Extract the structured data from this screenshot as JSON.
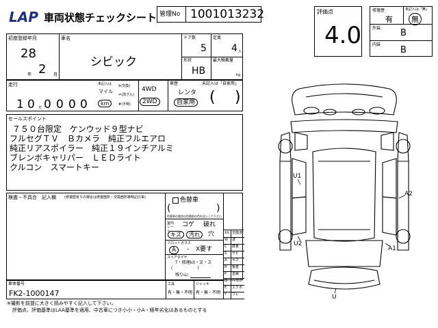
{
  "header": {
    "logo": "LAP",
    "sheet_title": "車両状態チェックシート",
    "control_no_label": "管理No",
    "control_no": "1001013232"
  },
  "grade": {
    "label": "評価点",
    "value": "4.0",
    "repair_label": "修復歴",
    "repair_yes": "有",
    "repair_no": "無",
    "unrecorded_note": "未記入は「無」",
    "exterior_label": "外装",
    "exterior": "B",
    "interior_label": "内装",
    "interior": "B"
  },
  "car": {
    "first_reg_label": "初度登録年月",
    "year": "28",
    "year_unit": "年",
    "month": "2",
    "month_unit": "月",
    "name_label": "車名",
    "name": "シビック",
    "doors_label": "ドア数",
    "doors": "5",
    "capacity_label": "定員",
    "capacity": "4",
    "capacity_unit": "人",
    "shape_label": "形状",
    "shape": "HB",
    "max_load_label": "最大積載量",
    "max_load_unit": "kg"
  },
  "mileage": {
    "label": "走行",
    "value": "10,0000",
    "digits": [
      "1",
      "0",
      "0",
      "0",
      "0",
      "0"
    ],
    "man_unit": "万",
    "unrecorded": "未記入は",
    "unit_mile": "マイル",
    "unit_km": "km",
    "meter_exchange": "$(交換)",
    "meter_tamper": "≠(改ざん)",
    "meter_unknown": "#(不明)",
    "drive_4wd": "4WD",
    "drive_2wd": "2WD",
    "usage_label": "車歴",
    "usage_unrecorded": "未記入は「自家用」",
    "usage_rental": "レンタ",
    "usage_private": "自家用"
  },
  "sales_points": {
    "label": "セールスポイント",
    "lines": [
      "７５０台限定　ケンウッド９型ナビ",
      "フルセグＴＶ　Ｂカメラ　純正フルエアロ",
      "純正リアスポイラー　純正１９インチアルミ",
      "ブレンボキャリパー　ＬＥＤライト",
      "クルコン　スマートキー"
    ]
  },
  "inspection": {
    "label": "検査・不具合　記入欄",
    "note": "(修復歴有りの場合は修復箇所・交換箇所等明記の事)",
    "color_change": "色替車",
    "color_note": "色替車の場合は色替前の色を記入して下さい",
    "interior_sheet": "室内シート",
    "cond_koge": "コゲ",
    "cond_yabure": "破れ",
    "cond_kizu": "キズ",
    "cond_yogore": "汚れ",
    "cond_ana": "穴",
    "front_glass_label": "フロントガラス",
    "glass_a": "A",
    "glass_dash": "-",
    "glass_x": "X要す",
    "spare_tire_label": "スペアタイヤ",
    "spare_options": "T・修理kit・文・ス",
    "spare_paren": "(　　　　　　)",
    "tread_label": "残り山:",
    "tools_label": "工具",
    "tools_options": "有・無・不明",
    "jack_label": "ジャッキ",
    "jack_options": "有・無・不明"
  },
  "legend": [
    {
      "code": "XX",
      "desc": "交換済"
    },
    {
      "code": "W",
      "desc": "波"
    },
    {
      "code": "C",
      "desc": "腐食"
    },
    {
      "code": "S",
      "desc": "サビ"
    },
    {
      "code": "A",
      "desc": "キズ"
    },
    {
      "code": "R",
      "desc": "板金"
    },
    {
      "code": "P",
      "desc": "塗装"
    },
    {
      "code": "Q",
      "desc": "ヘコミ"
    },
    {
      "code": "E",
      "desc": "エクボ"
    },
    {
      "code": "Y",
      "desc": "ワレ"
    }
  ],
  "diagram_marks": {
    "u1": "U1",
    "a2": "A2",
    "u2": "U2",
    "a1": "A1",
    "u": "U"
  },
  "chassis": {
    "label": "車体番号",
    "value": "FK2-1000147"
  },
  "footer": {
    "line1": "※撮影を前提に大きく読みやすく記入して下さい。",
    "line2": "評価点、評価基準はLAA基準を適用、中古車につき小小・小A・経年劣化はあるものとする"
  }
}
